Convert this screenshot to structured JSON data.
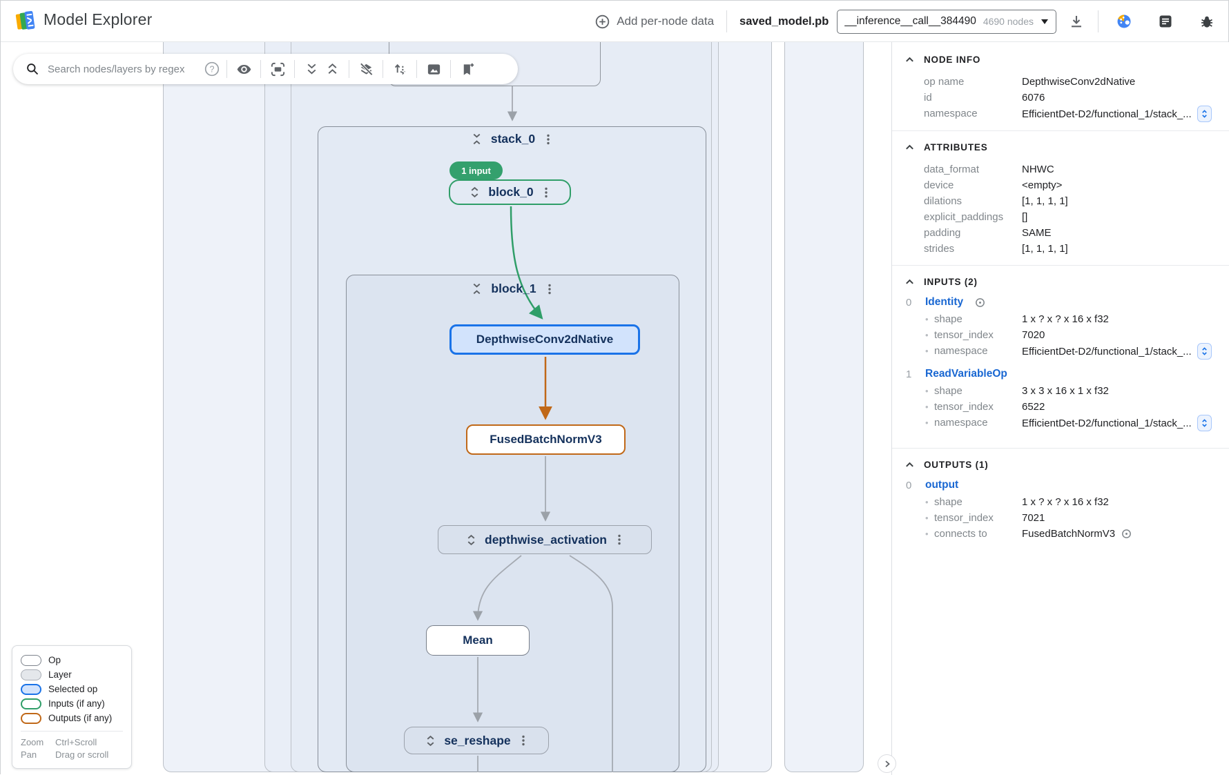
{
  "topbar": {
    "title": "Model Explorer",
    "add_per_node_data_label": "Add per-node data",
    "model_file": "saved_model.pb",
    "graph_selector": {
      "graph_name": "__inference__call__384490",
      "node_count": "4690 nodes"
    }
  },
  "toolbar": {
    "search_placeholder": "Search nodes/layers by regex"
  },
  "graph": {
    "stack_0_label": "stack_0",
    "input_badge": "1 input",
    "block_0_label": "block_0",
    "block_1_label": "block_1",
    "selected_op_label": "DepthwiseConv2dNative",
    "fused_batch_norm_label": "FusedBatchNormV3",
    "depthwise_activation_label": "depthwise_activation",
    "mean_label": "Mean",
    "se_reshape_label": "se_reshape"
  },
  "legend": {
    "items": [
      {
        "label": "Op"
      },
      {
        "label": "Layer"
      },
      {
        "label": "Selected op"
      },
      {
        "label": "Inputs (if any)"
      },
      {
        "label": "Outputs (if any)"
      }
    ],
    "zoom_label": "Zoom",
    "zoom_value": "Ctrl+Scroll",
    "pan_label": "Pan",
    "pan_value": "Drag or scroll"
  },
  "panel": {
    "node_info": {
      "title": "NODE INFO",
      "rows": [
        {
          "label": "op name",
          "value": "DepthwiseConv2dNative"
        },
        {
          "label": "id",
          "value": "6076"
        },
        {
          "label": "namespace",
          "value": "EfficientDet-D2/functional_1/stack_..."
        }
      ]
    },
    "attributes": {
      "title": "ATTRIBUTES",
      "rows": [
        {
          "label": "data_format",
          "value": "NHWC"
        },
        {
          "label": "device",
          "value": "<empty>"
        },
        {
          "label": "dilations",
          "value": "[1, 1, 1, 1]"
        },
        {
          "label": "explicit_paddings",
          "value": "[]"
        },
        {
          "label": "padding",
          "value": "SAME"
        },
        {
          "label": "strides",
          "value": "[1, 1, 1, 1]"
        }
      ]
    },
    "inputs": {
      "title": "INPUTS (2)",
      "items": [
        {
          "index": "0",
          "name": "Identity",
          "rows": [
            {
              "label": "shape",
              "value": "1 x ? x ? x 16 x f32"
            },
            {
              "label": "tensor_index",
              "value": "7020"
            },
            {
              "label": "namespace",
              "value": "EfficientDet-D2/functional_1/stack_..."
            }
          ]
        },
        {
          "index": "1",
          "name": "ReadVariableOp",
          "rows": [
            {
              "label": "shape",
              "value": "3 x 3 x 16 x 1 x f32"
            },
            {
              "label": "tensor_index",
              "value": "6522"
            },
            {
              "label": "namespace",
              "value": "EfficientDet-D2/functional_1/stack_..."
            }
          ]
        }
      ]
    },
    "outputs": {
      "title": "OUTPUTS (1)",
      "items": [
        {
          "index": "0",
          "name": "output",
          "rows": [
            {
              "label": "shape",
              "value": "1 x ? x ? x 16 x f32"
            },
            {
              "label": "tensor_index",
              "value": "7021"
            },
            {
              "label": "connects to",
              "value": "FusedBatchNormV3"
            }
          ]
        }
      ]
    }
  },
  "colors": {
    "selected_fill": "#d2e3fc",
    "selected_border": "#1a73e8",
    "inputs_green": "#2f9e68",
    "outputs_orange": "#c06818",
    "link_blue": "#1967d2",
    "badge_green": "#34a06d"
  },
  "icons": {
    "toolbar": [
      "search-icon",
      "help-icon",
      "eye-icon",
      "fit-screen-icon",
      "expand-all-icon",
      "collapse-all-icon",
      "flatten-layers-icon",
      "swap-vert-icon",
      "snapshot-icon",
      "bookmark-add-icon"
    ],
    "topbar": [
      "app-logo",
      "add-circle-icon",
      "dropdown-caret-icon",
      "download-icon",
      "palette-icon",
      "article-icon",
      "bug-icon"
    ],
    "graph": [
      "unfold-less-icon",
      "unfold-more-icon",
      "kebab-menu-icon",
      "arrowhead"
    ],
    "panel": [
      "section-collapse-icon",
      "locate-target-icon",
      "namespace-expander-icon",
      "chevron-right-icon"
    ]
  }
}
